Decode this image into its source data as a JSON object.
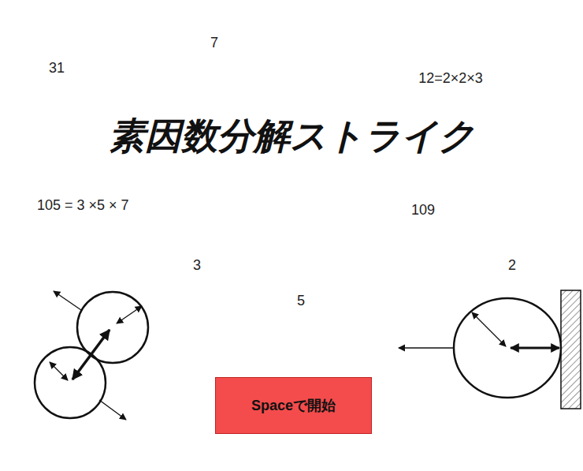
{
  "diagram": {
    "title": "素因数分解ストライク",
    "nodes": [
      {
        "text": [
          "Spaceで開始"
        ]
      }
    ],
    "labels": [
      "7",
      "31",
      "12=2×2×3",
      "105 = 3 ×5 × 7",
      "109",
      "3",
      "5",
      "2"
    ]
  }
}
